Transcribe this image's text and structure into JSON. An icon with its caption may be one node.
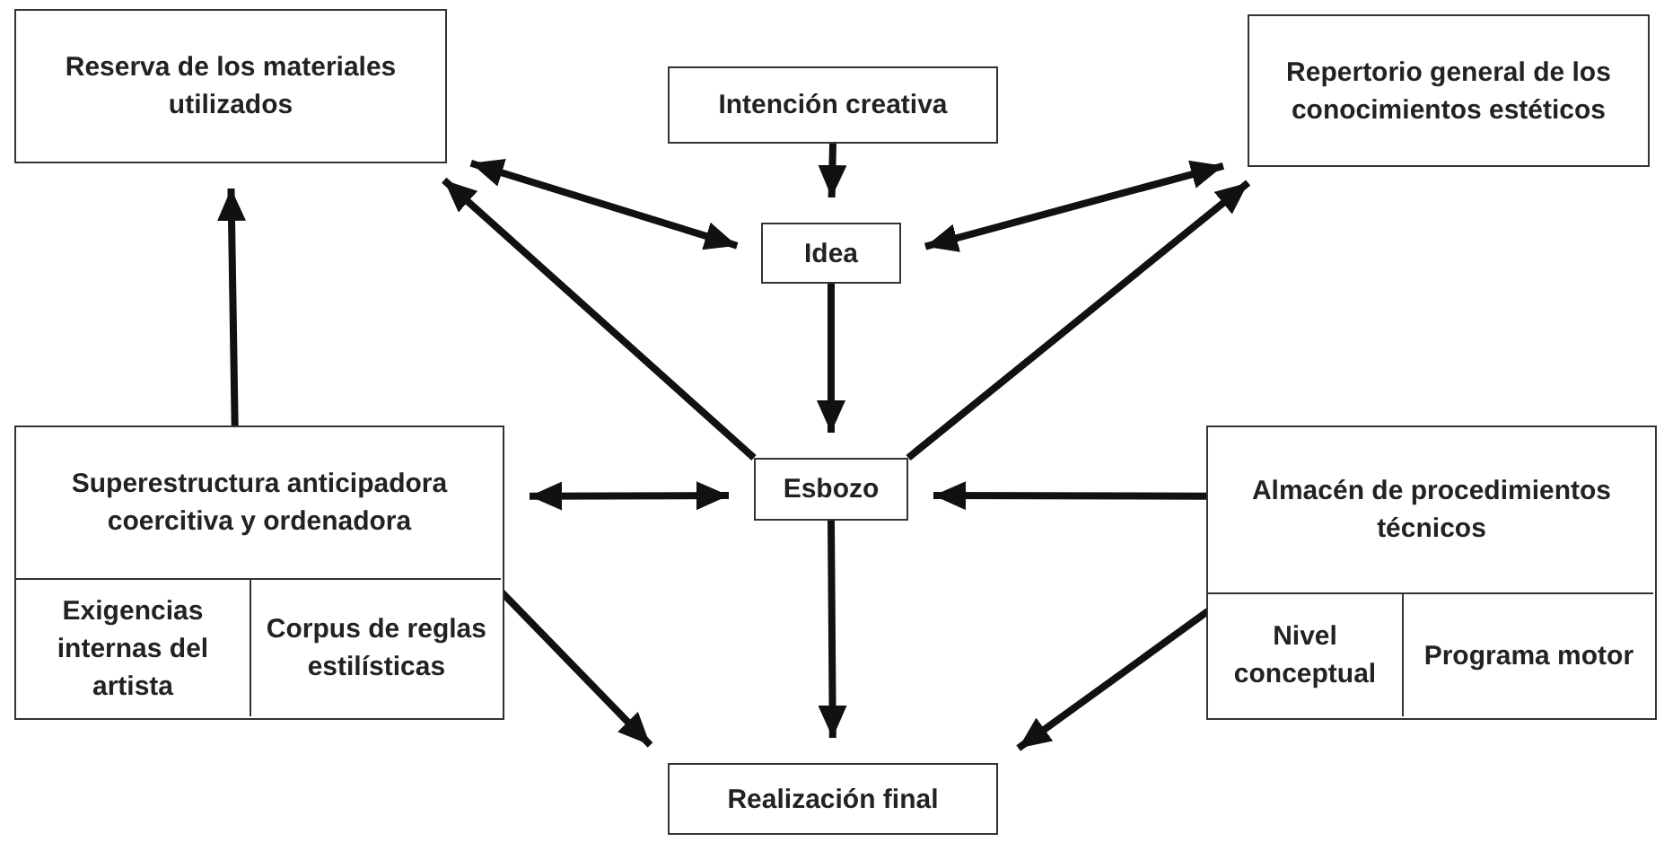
{
  "diagram": {
    "nodes": [
      {
        "text": [
          "Reserva de los materiales utilizados"
        ]
      },
      {
        "text": [
          "Intención creativa"
        ]
      },
      {
        "text": [
          "Repertorio general de los conocimientos estéticos"
        ]
      },
      {
        "text": [
          "Idea"
        ]
      },
      {
        "text": [
          "Superestructura anticipadora coercitiva y ordenadora"
        ]
      },
      {
        "text": [
          "Exigencias internas del artista"
        ],
        "in": 4
      },
      {
        "text": [
          "Corpus de reglas estilísticas"
        ],
        "in": 4
      },
      {
        "text": [
          "Esbozo"
        ]
      },
      {
        "text": [
          "Almacén de procedimientos técnicos"
        ]
      },
      {
        "text": [
          "Nivel conceptual"
        ],
        "in": 8
      },
      {
        "text": [
          "Programa motor"
        ],
        "in": 8
      },
      {
        "text": [
          "Realización final"
        ]
      }
    ],
    "edges": [
      {
        "from": 0,
        "to": 3,
        "arrow": "both"
      },
      {
        "from": 1,
        "to": 3,
        "arrow": "to"
      },
      {
        "from": 2,
        "to": 3,
        "arrow": "both"
      },
      {
        "from": 3,
        "to": 7,
        "arrow": "to"
      },
      {
        "from": 7,
        "to": 0,
        "arrow": "to"
      },
      {
        "from": 7,
        "to": 2,
        "arrow": "to"
      },
      {
        "from": 4,
        "to": 0,
        "arrow": "to"
      },
      {
        "from": 4,
        "to": 7,
        "arrow": "both"
      },
      {
        "from": 8,
        "to": 7,
        "arrow": "to"
      },
      {
        "from": 7,
        "to": 11,
        "arrow": "to"
      },
      {
        "from": 6,
        "to": 11,
        "arrow": "to"
      },
      {
        "from": 9,
        "to": 11,
        "arrow": "to"
      }
    ]
  }
}
